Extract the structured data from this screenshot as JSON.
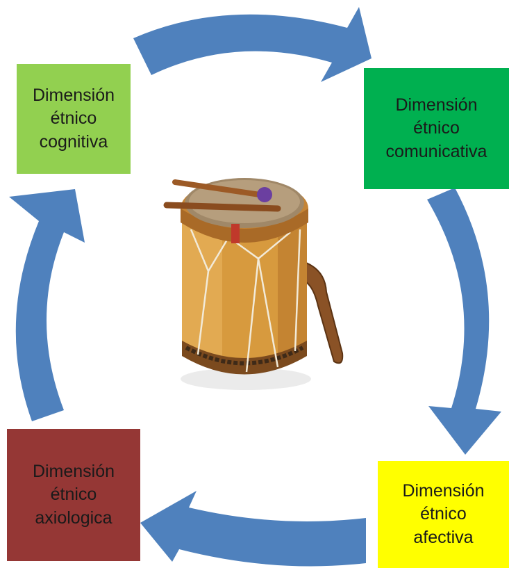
{
  "boxes": [
    {
      "id": "cognitiva",
      "lines": [
        "Dimensión",
        "étnico",
        "cognitiva"
      ],
      "color": "#92d050"
    },
    {
      "id": "comunicativa",
      "lines": [
        "Dimensión",
        "étnico",
        "comunicativa"
      ],
      "color": "#00b050"
    },
    {
      "id": "afectiva",
      "lines": [
        "Dimensión",
        "étnico",
        "afectiva"
      ],
      "color": "#ffff00"
    },
    {
      "id": "axiologica",
      "lines": [
        "Dimensión",
        "étnico",
        "axiologica"
      ],
      "color": "#953735"
    }
  ],
  "arrow_color": "#4f81bd",
  "center_image": "drum-icon"
}
